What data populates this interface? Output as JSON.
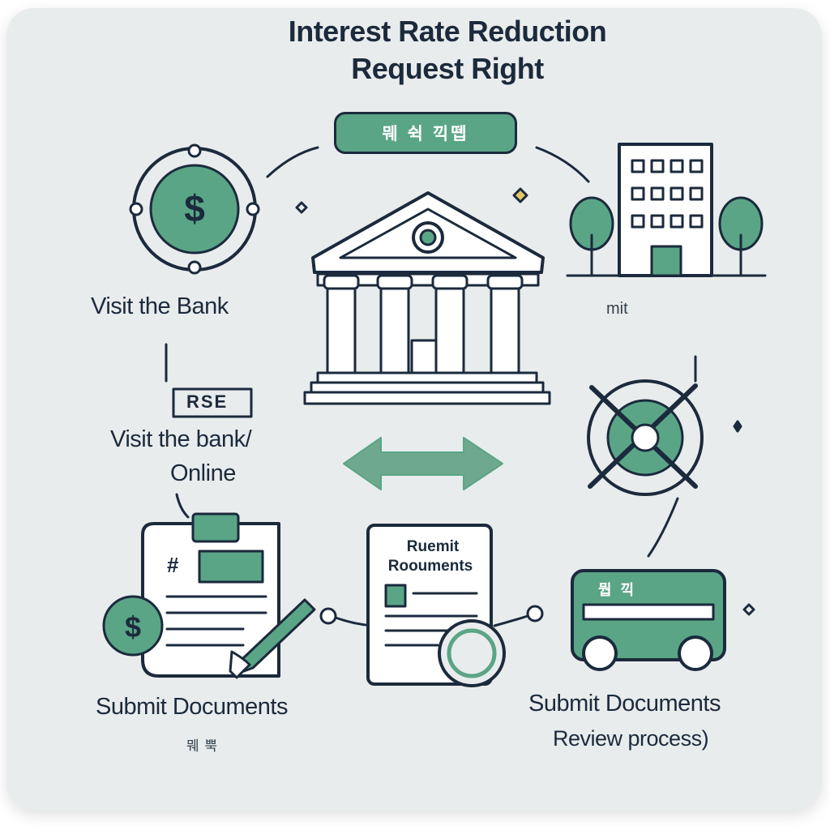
{
  "title_line1": "Interest Rate Reduction",
  "title_line2": "Request Right",
  "top_pill_label": "뭬 쉭 끽뗍",
  "step_visit_bank": "Visit the Bank",
  "step_mit": "mit",
  "rse_box_label": "RSE",
  "visit_online_line1": "Visit the bank/",
  "visit_online_line2": "Online",
  "doc_badge": "#",
  "doc_center_line1": "Ruemit",
  "doc_center_line2": "Roouments",
  "step_submit_left": "Submit Documents",
  "left_caption_small": "뭬 뿍",
  "step_submit_right": "Submit Documents",
  "step_review": "Review process)",
  "bus_sign": "뭡 끽",
  "colors": {
    "accent": "#5aa586",
    "ink": "#1b2a3c",
    "card": "#e9ecec"
  }
}
